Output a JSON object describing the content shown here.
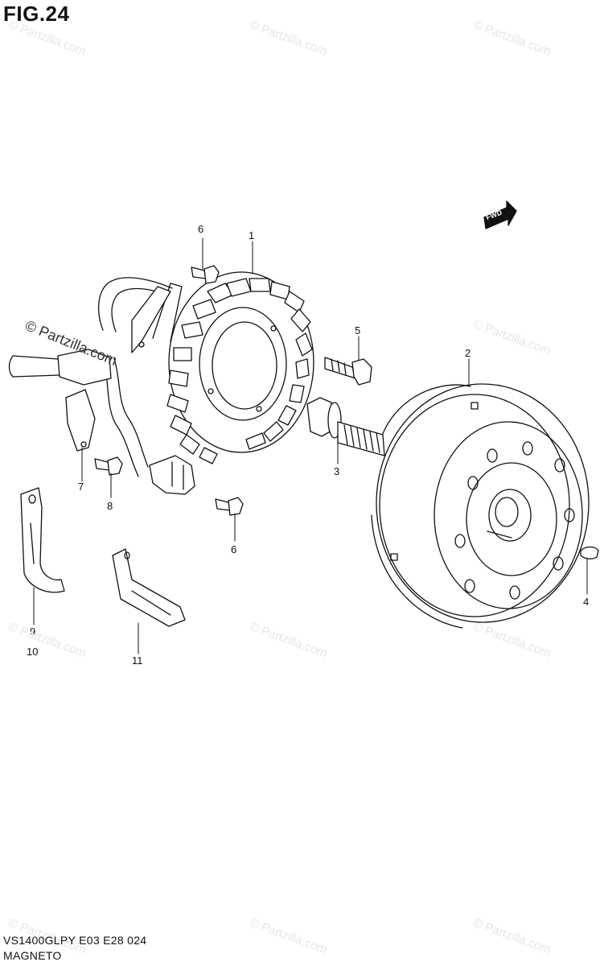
{
  "figure": {
    "title": "FIG.24"
  },
  "forward_badge": {
    "label": "FWD"
  },
  "callouts": {
    "c1": "1",
    "c2": "2",
    "c3": "3",
    "c4": "4",
    "c5": "5",
    "c6a": "6",
    "c6b": "6",
    "c7": "7",
    "c8": "8",
    "c9": "9",
    "c10": "10",
    "c11": "11"
  },
  "watermark": {
    "text": "© Partzilla.com"
  },
  "footer": {
    "model_code": "VS1400GLPY E03 E28 024",
    "section": "MAGNETO"
  }
}
